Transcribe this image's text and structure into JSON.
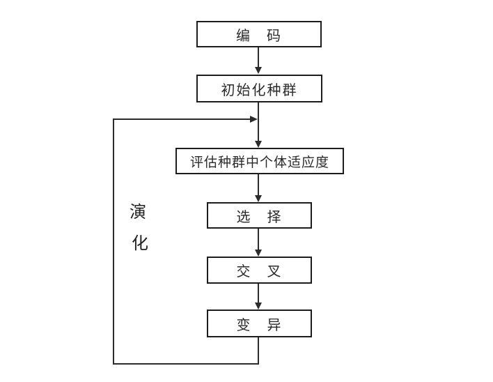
{
  "diagram": {
    "type": "flowchart",
    "description": "Genetic algorithm flow diagram",
    "nodes": [
      {
        "id": "encode",
        "label": "编　码"
      },
      {
        "id": "init",
        "label": "初始化种群"
      },
      {
        "id": "evaluate",
        "label": "评估种群中个体适应度"
      },
      {
        "id": "select",
        "label": "选　择"
      },
      {
        "id": "cross",
        "label": "交　叉"
      },
      {
        "id": "mutate",
        "label": "变　异"
      }
    ],
    "edges": [
      {
        "from": "encode",
        "to": "init"
      },
      {
        "from": "init",
        "to": "evaluate"
      },
      {
        "from": "evaluate",
        "to": "select"
      },
      {
        "from": "select",
        "to": "cross"
      },
      {
        "from": "cross",
        "to": "mutate"
      },
      {
        "from": "mutate",
        "to": "evaluate",
        "kind": "feedback-loop",
        "label": "演化"
      }
    ],
    "loop_label": {
      "char1": "演",
      "char2": "化"
    },
    "colors": {
      "background": "#ffffff",
      "box_border": "#1c1c1c",
      "line": "#2b2b2b",
      "text": "#2a2a2a"
    }
  }
}
